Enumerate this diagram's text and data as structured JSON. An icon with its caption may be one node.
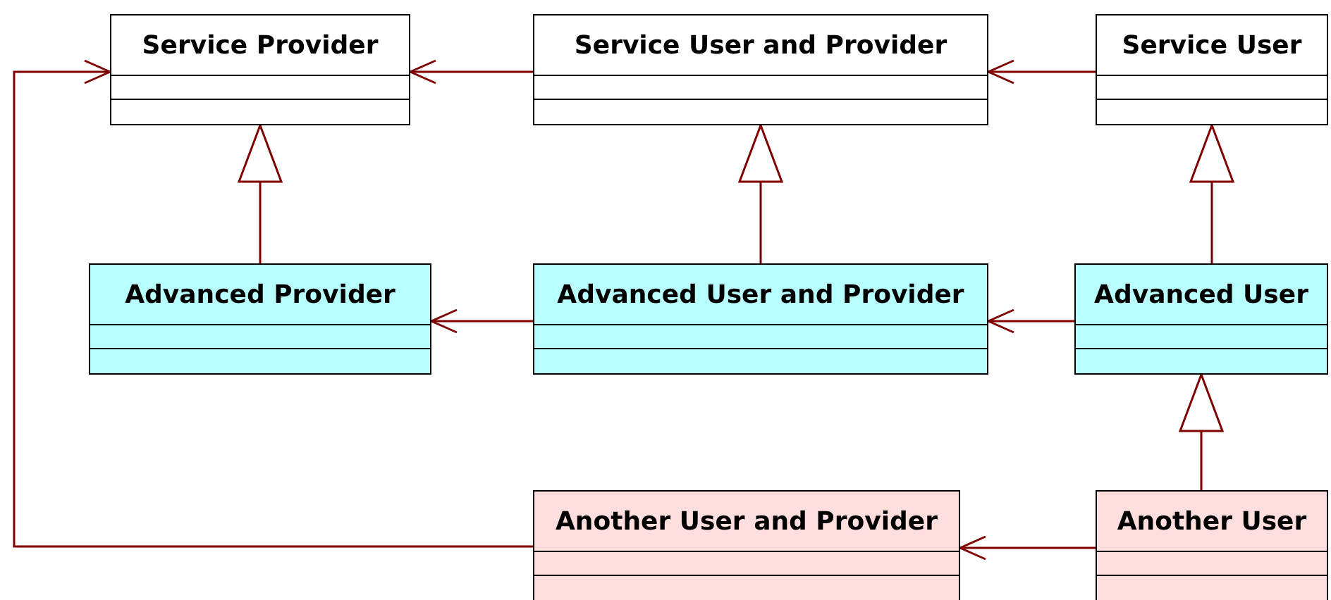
{
  "diagram": {
    "nodes": [
      {
        "text": [
          "Service Provider"
        ]
      },
      {
        "text": [
          "Service User and Provider"
        ]
      },
      {
        "text": [
          "Service User"
        ]
      },
      {
        "text": [
          "Advanced Provider"
        ]
      },
      {
        "text": [
          "Advanced User and Provider"
        ]
      },
      {
        "text": [
          "Advanced User"
        ]
      },
      {
        "text": [
          "Another User and Provider"
        ]
      },
      {
        "text": [
          "Another User"
        ]
      }
    ],
    "edges": [
      {
        "from": 1,
        "to": 0,
        "arrow": "to"
      },
      {
        "from": 2,
        "to": 1,
        "arrow": "to"
      },
      {
        "from": 3,
        "to": 0,
        "arrow": "to"
      },
      {
        "from": 4,
        "to": 1,
        "arrow": "to"
      },
      {
        "from": 5,
        "to": 2,
        "arrow": "to"
      },
      {
        "from": 4,
        "to": 3,
        "arrow": "to"
      },
      {
        "from": 5,
        "to": 4,
        "arrow": "to"
      },
      {
        "from": 7,
        "to": 5,
        "arrow": "to"
      },
      {
        "from": 7,
        "to": 6,
        "arrow": "to"
      },
      {
        "from": 6,
        "to": 0,
        "arrow": "to"
      }
    ]
  }
}
